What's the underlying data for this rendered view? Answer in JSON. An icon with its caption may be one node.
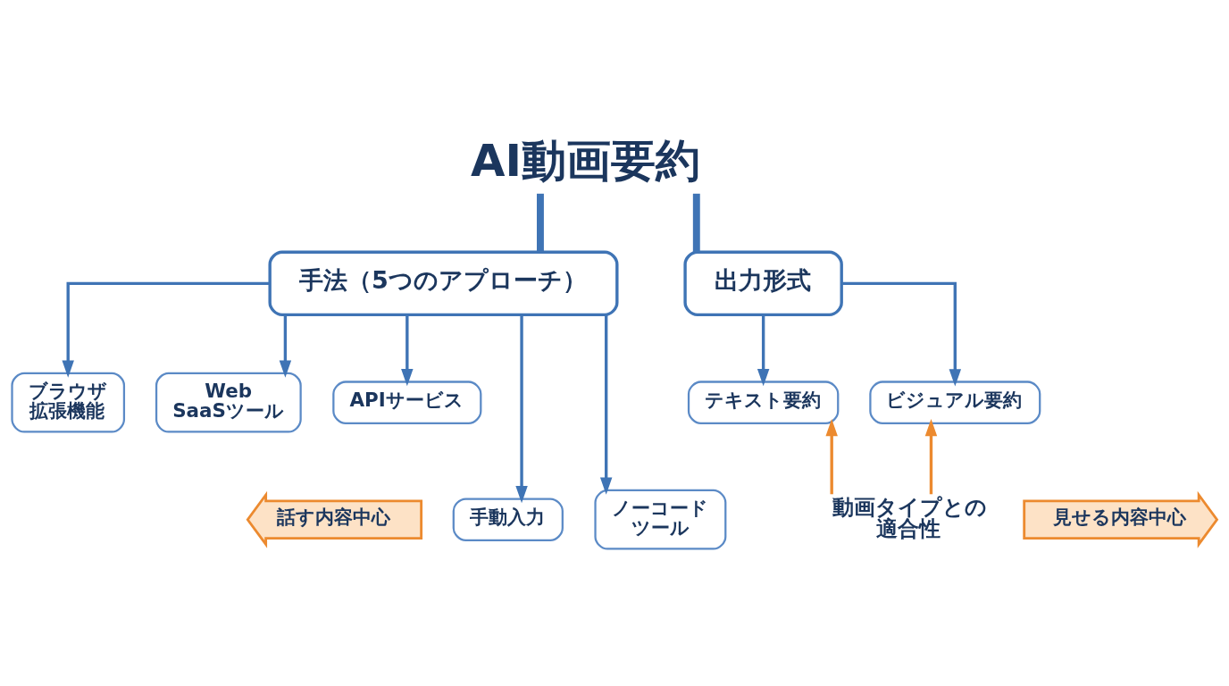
{
  "diagram": {
    "nodes": [
      {
        "text": [
          "AI動画要約"
        ]
      },
      {
        "text": [
          "手法（5つのアプローチ）"
        ]
      },
      {
        "text": [
          "出力形式"
        ]
      },
      {
        "text": [
          "ブラウザ拡張機能"
        ]
      },
      {
        "text": [
          "Web SaaSツール"
        ]
      },
      {
        "text": [
          "APIサービス"
        ]
      },
      {
        "text": [
          "手動入力"
        ]
      },
      {
        "text": [
          "ノーコードツール"
        ]
      },
      {
        "text": [
          "テキスト要約"
        ]
      },
      {
        "text": [
          "ビジュアル要約"
        ]
      },
      {
        "text": [
          "話す内容中心"
        ]
      },
      {
        "text": [
          "動画タイプとの適合性"
        ]
      },
      {
        "text": [
          "見せる内容中心"
        ]
      }
    ],
    "edges": [
      {
        "from": 0,
        "to": 1,
        "arrow": "none",
        "style": "thick"
      },
      {
        "from": 0,
        "to": 2,
        "arrow": "none",
        "style": "thick"
      },
      {
        "from": 1,
        "to": 3,
        "arrow": "to"
      },
      {
        "from": 1,
        "to": 4,
        "arrow": "to"
      },
      {
        "from": 1,
        "to": 5,
        "arrow": "to"
      },
      {
        "from": 1,
        "to": 6,
        "arrow": "to"
      },
      {
        "from": 1,
        "to": 7,
        "arrow": "to"
      },
      {
        "from": 2,
        "to": 8,
        "arrow": "to"
      },
      {
        "from": 2,
        "to": 9,
        "arrow": "to"
      },
      {
        "from": 11,
        "to": 8,
        "arrow": "to",
        "color": "#ec8a2f"
      },
      {
        "from": 11,
        "to": 9,
        "arrow": "to",
        "color": "#ec8a2f"
      }
    ]
  }
}
